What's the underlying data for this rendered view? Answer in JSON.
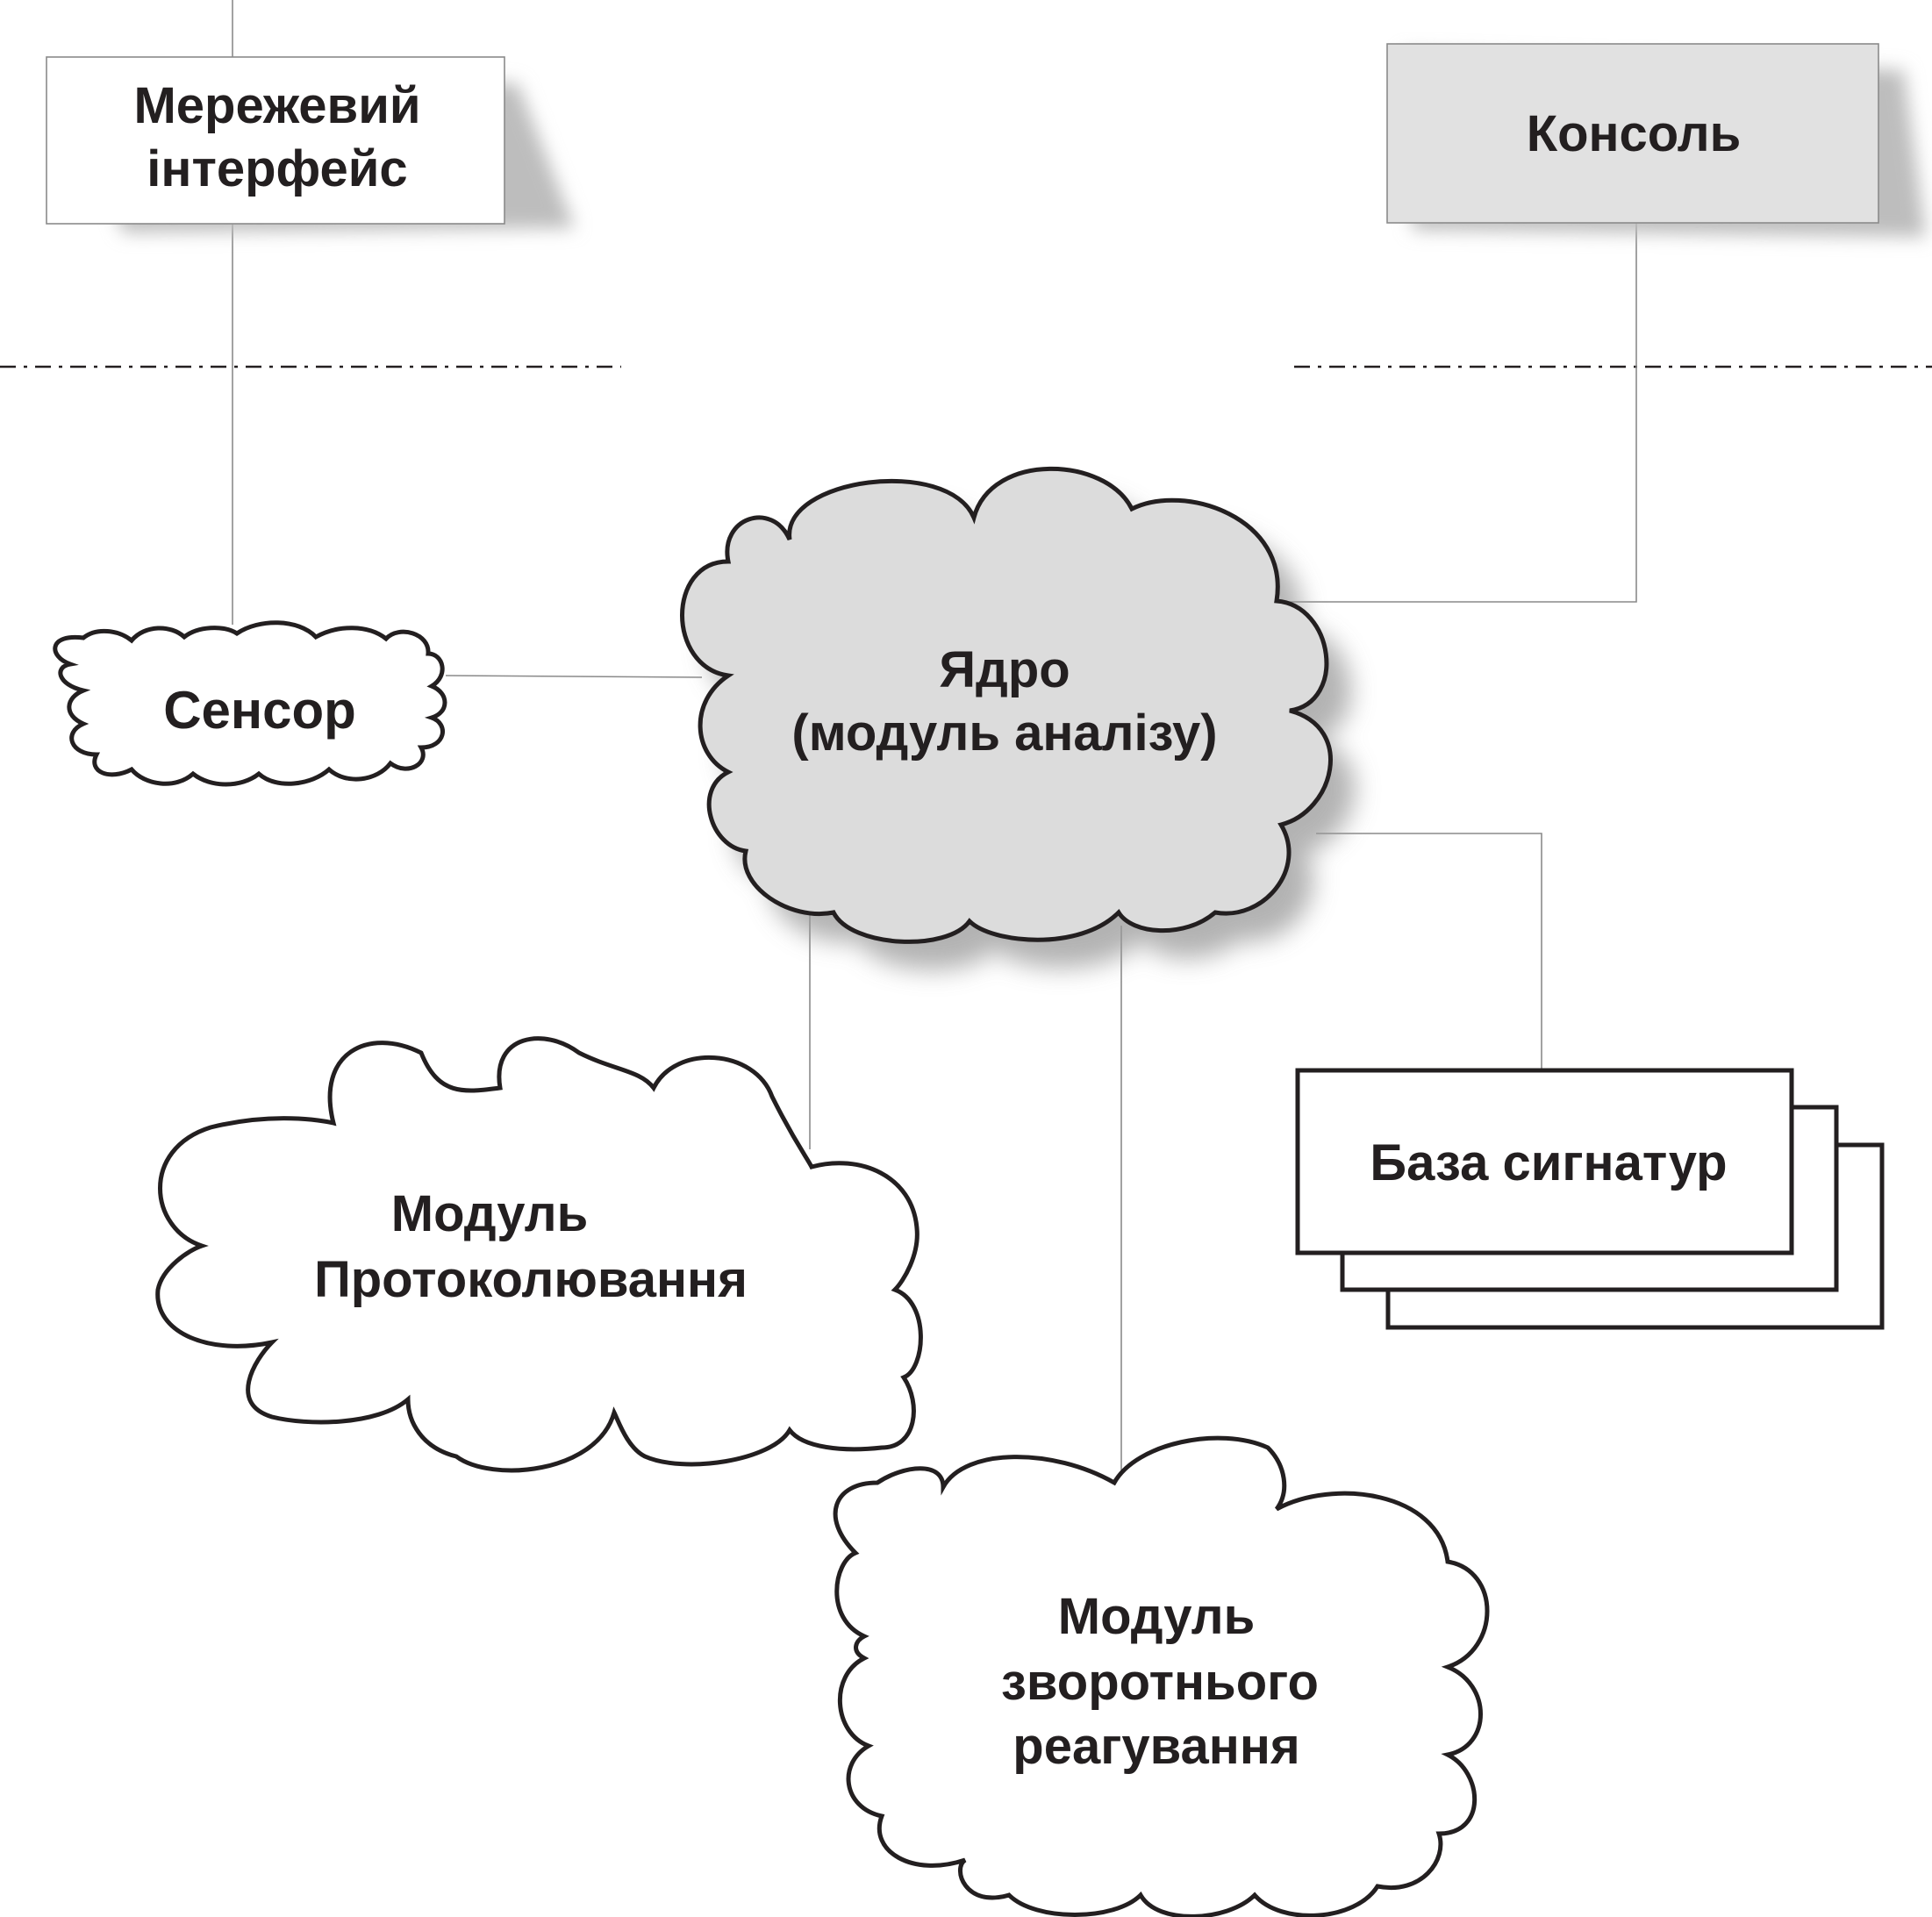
{
  "diagram": {
    "colors": {
      "stroke": "#231f20",
      "connector": "#8a8a8a",
      "box_white": "#ffffff",
      "box_gray": "#e1e1e1",
      "core_fill": "#dcdcdc",
      "shadow": "#bdbdbd"
    },
    "nodes": {
      "network_interface": {
        "line1": "Мережевий",
        "line2": "інтерфейс"
      },
      "console": {
        "label": "Консоль"
      },
      "sensor": {
        "label": "Сенсор"
      },
      "core": {
        "line1": "Ядро",
        "line2": "(модуль аналізу)"
      },
      "logging_module": {
        "line1": "Модуль",
        "line2": "Протоколювання"
      },
      "signature_db": {
        "label": "База сигнатур"
      },
      "response_module": {
        "line1": "Модуль",
        "line2": "зворотнього",
        "line3": "реагування"
      }
    }
  }
}
